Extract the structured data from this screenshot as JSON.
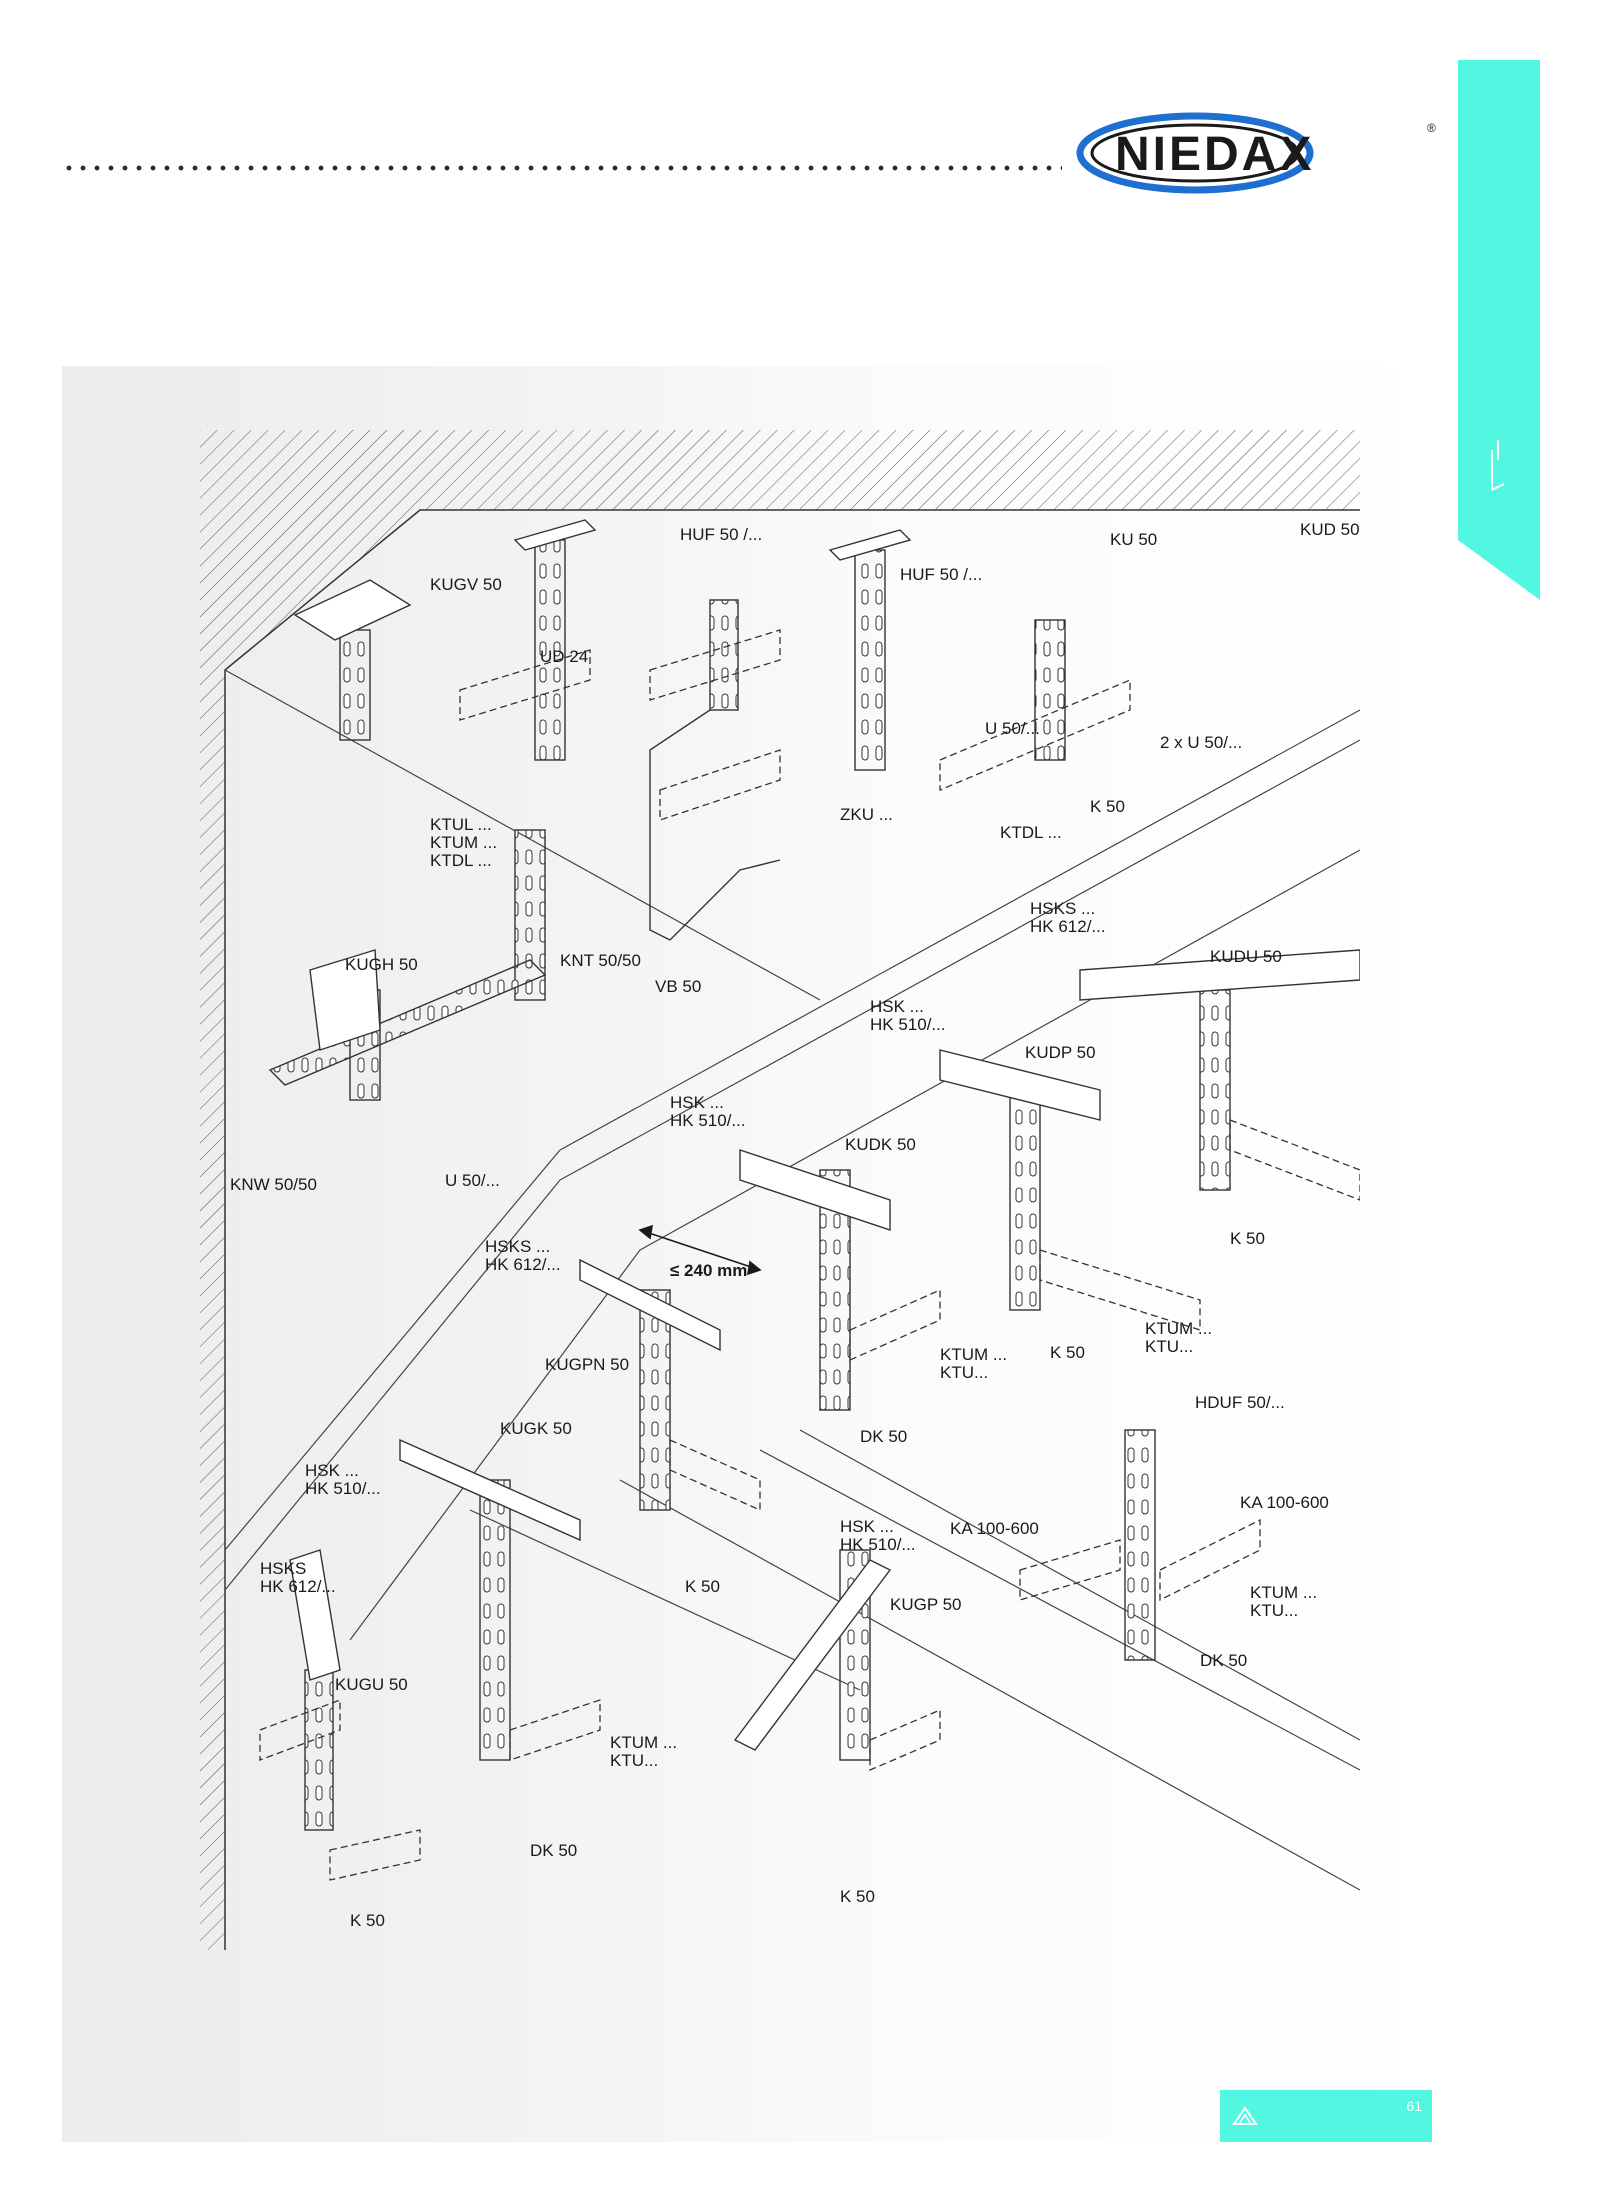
{
  "brand": {
    "name": "NIEDAX",
    "registered": "®"
  },
  "colors": {
    "accent": "#52f7e2",
    "ink": "#1a1a1a",
    "panel": "#eeeeee"
  },
  "page": {
    "number": "61"
  },
  "labels": {
    "huf1": "HUF 50 /...",
    "huf2": "HUF 50 /...",
    "ku": "KU 50",
    "kud": "KUD 50",
    "kugv": "KUGV 50",
    "ud": "UD 24",
    "u50a": "U 50/...",
    "twou": "2 x U 50/...",
    "ktul": "KTUL ...",
    "ktum1": "KTUM ...",
    "ktdl1": "KTDL ...",
    "zku": "ZKU ...",
    "k50a": "K 50",
    "ktdl2": "KTDL ...",
    "hsks1": "HSKS ...",
    "hk6121": "HK 612/...",
    "kugh": "KUGH 50",
    "knt": "KNT 50/50",
    "vb": "VB 50",
    "kudu": "KUDU 50",
    "hsk1": "HSK ...",
    "hk5101": "HK 510/...",
    "kudp": "KUDP 50",
    "hsk2": "HSK ...",
    "hk5102": "HK 510/...",
    "kudk": "KUDK 50",
    "knw": "KNW 50/50",
    "u50b": "U 50/...",
    "k50b": "K 50",
    "hsks2": "HSKS ...",
    "hk6122": "HK 612/...",
    "dim": "≤ 240 mm",
    "ktum2": "KTUM ...",
    "ktu2": "KTU...",
    "k50c": "K 50",
    "ktum3": "KTUM ...",
    "ktu3": "KTU...",
    "kugpn": "KUGPN 50",
    "dk1": "DK 50",
    "hduf": "HDUF 50/...",
    "kugk": "KUGK 50",
    "hsk3": "HSK ...",
    "hk5103": "HK 510/...",
    "ka1": "KA 100-600",
    "ka2": "KA 100-600",
    "k50d": "K 50",
    "hsk4": "HSK ...",
    "hk5104": "HK 510/...",
    "hsks3": "HSKS",
    "hk6123": "HK 612/...",
    "kugp": "KUGP 50",
    "ktum4": "KTUM ...",
    "ktu4": "KTU...",
    "dk2": "DK 50",
    "kugu": "KUGU 50",
    "ktum5": "KTUM ...",
    "ktu5": "KTU...",
    "dk3": "DK 50",
    "k50e": "K 50",
    "k50f": "K 50"
  }
}
